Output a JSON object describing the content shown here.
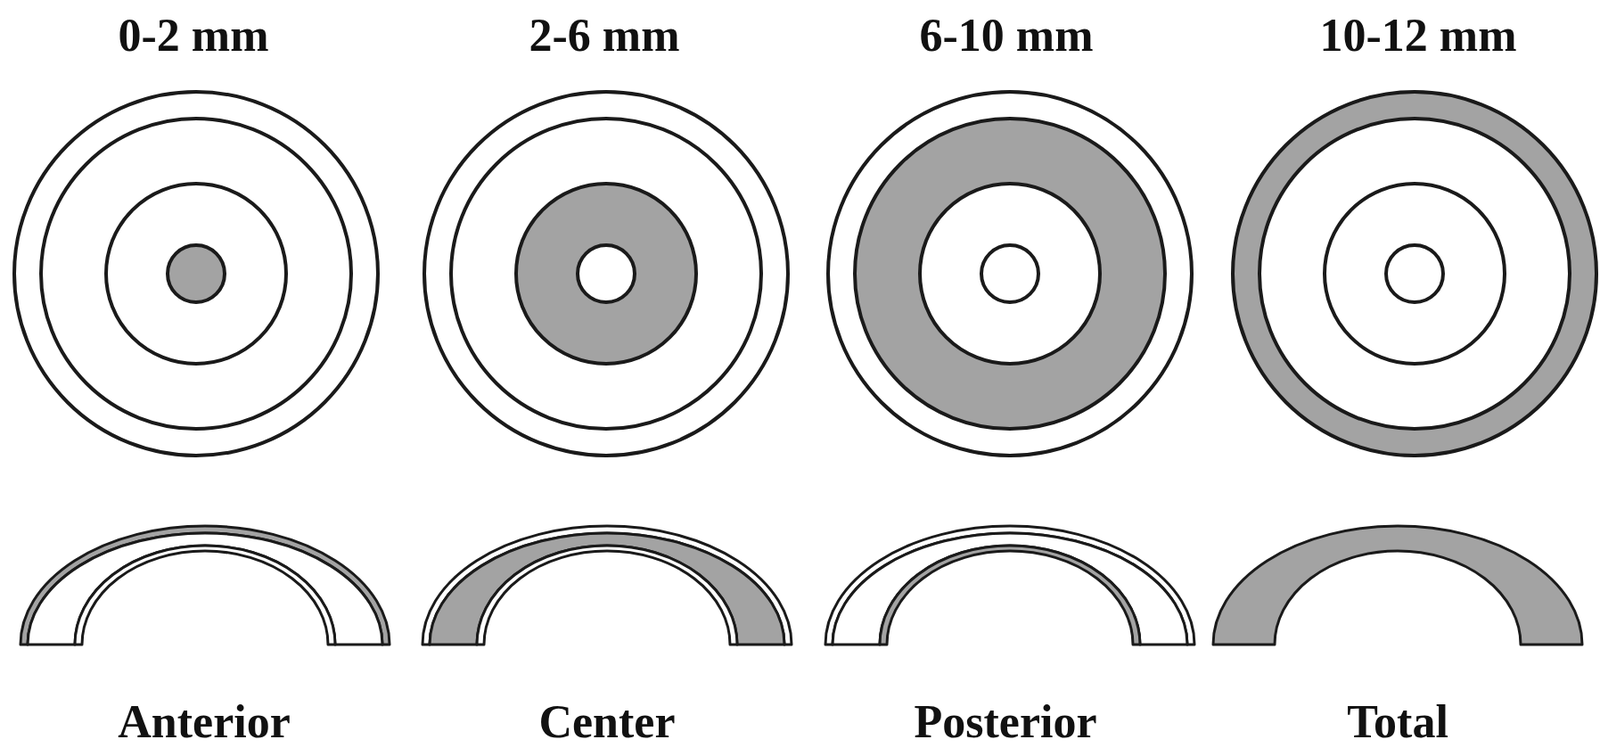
{
  "diagram": {
    "labels": [
      "0-2 mm",
      "2-6 mm",
      "6-10 mm",
      "10-12 mm",
      "Anterior",
      "Center",
      "Posterior",
      "Total"
    ]
  }
}
